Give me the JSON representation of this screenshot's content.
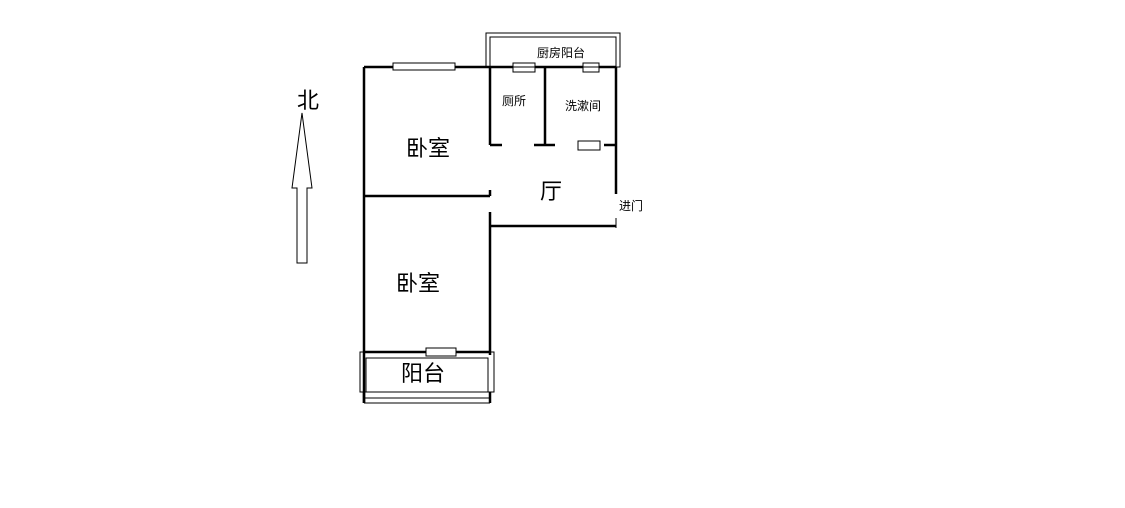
{
  "compass": {
    "north_label": "北"
  },
  "rooms": {
    "bedroom_north": "卧室",
    "bedroom_south": "卧室",
    "toilet": "厕所",
    "washroom": "洗漱间",
    "kitchen_balcony": "厨房阳台",
    "living_hall": "厅",
    "balcony": "阳台"
  },
  "entrance_label": "进门"
}
